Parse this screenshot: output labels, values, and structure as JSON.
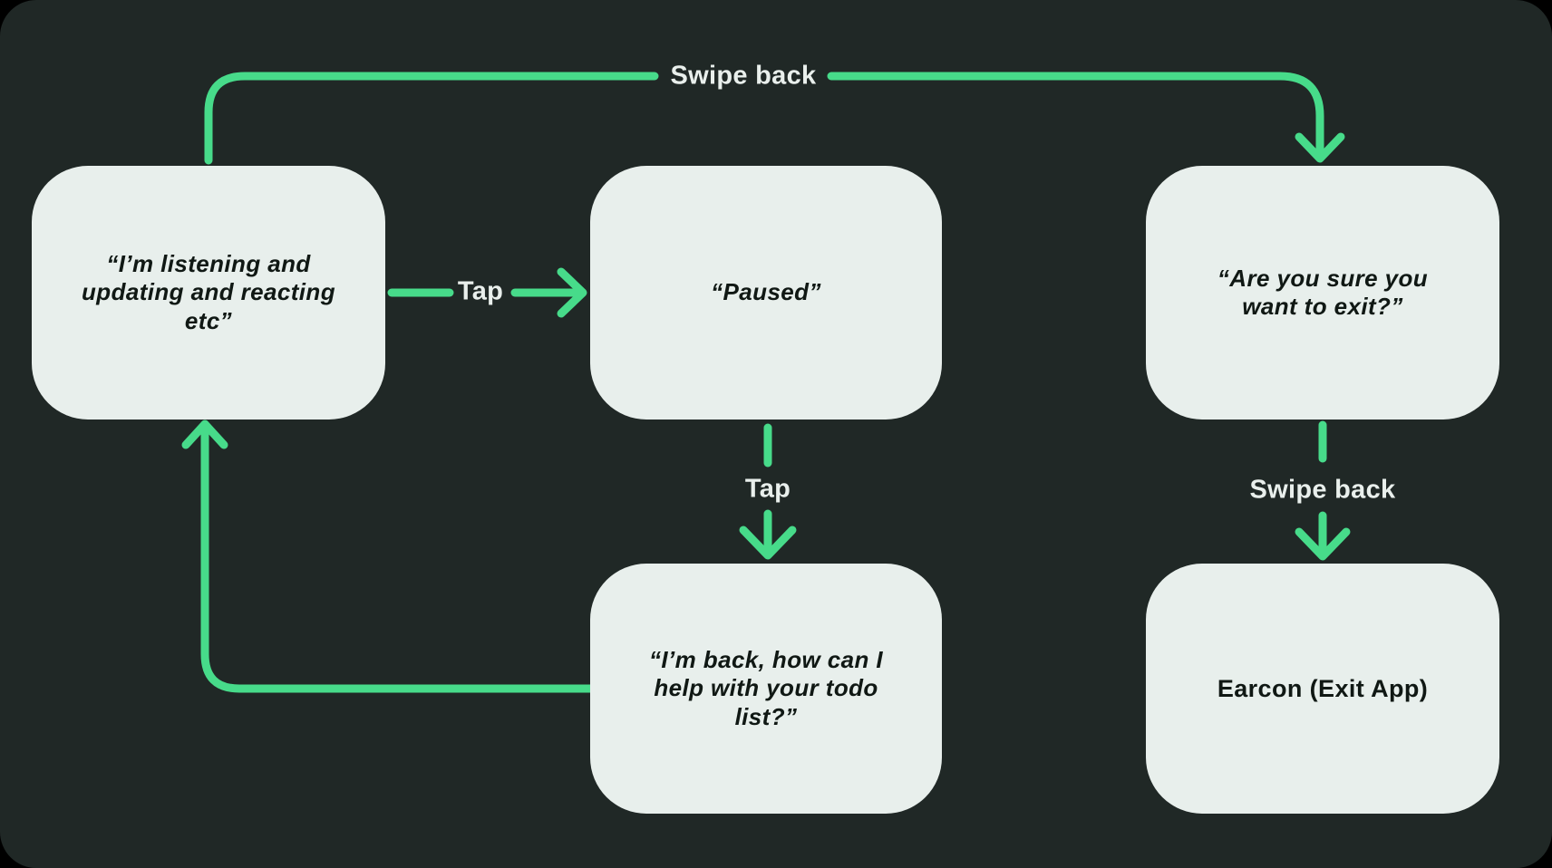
{
  "colors": {
    "background": "#202826",
    "node_fill": "#e8efec",
    "arrow_green": "#47db8a",
    "node_text": "#101814",
    "label_text": "#e9efec"
  },
  "nodes": [
    {
      "id": "listening",
      "lines": [
        "“I’m listening and",
        "updating and reacting",
        "etc”"
      ]
    },
    {
      "id": "paused",
      "lines": [
        "“Paused”"
      ]
    },
    {
      "id": "exit-confirm",
      "lines": [
        "“Are you sure you",
        "want to exit?”"
      ]
    },
    {
      "id": "back",
      "lines": [
        "“I’m back, how can I",
        "help with your todo",
        "list?”"
      ]
    },
    {
      "id": "earcon",
      "lines": [
        "Earcon (Exit App)"
      ]
    }
  ],
  "edges": [
    {
      "from": "listening",
      "to": "exit-confirm",
      "label": "Swipe back"
    },
    {
      "from": "listening",
      "to": "paused",
      "label": "Tap"
    },
    {
      "from": "paused",
      "to": "back",
      "label": "Tap"
    },
    {
      "from": "back",
      "to": "listening",
      "label": ""
    },
    {
      "from": "exit-confirm",
      "to": "earcon",
      "label": "Swipe back"
    }
  ]
}
